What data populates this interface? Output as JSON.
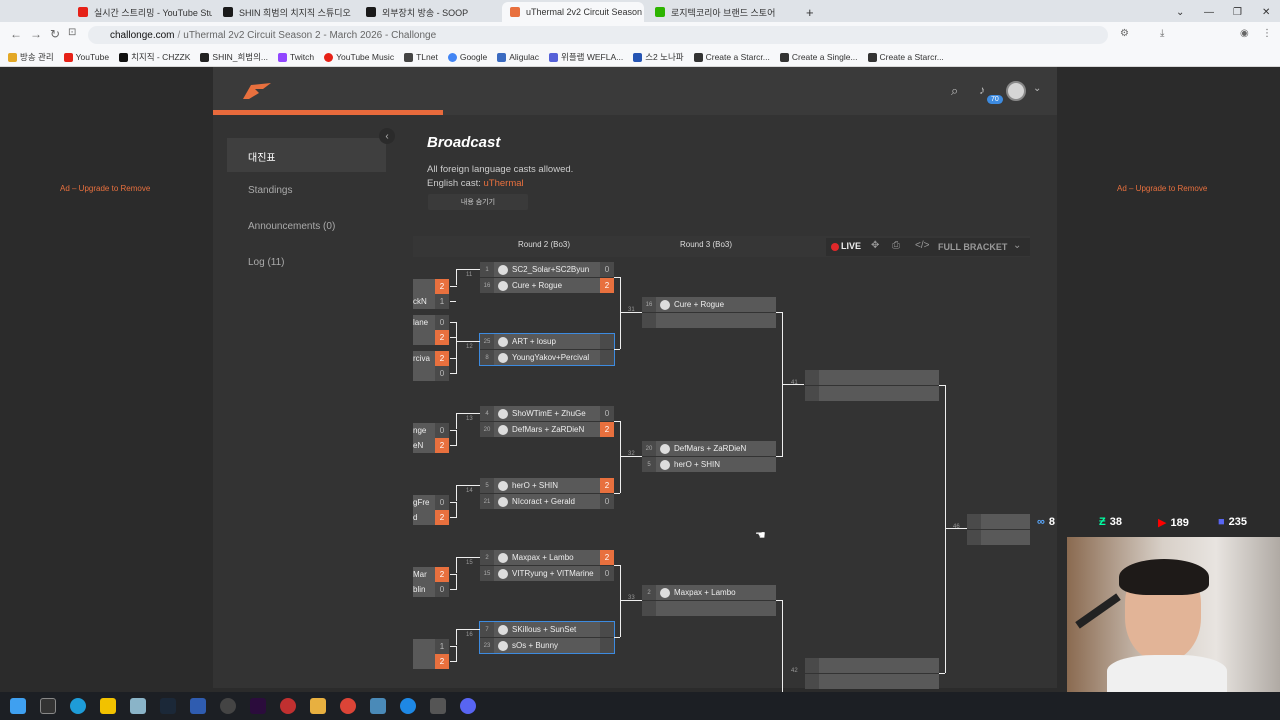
{
  "browser": {
    "tabs": [
      {
        "label": "실시간 스트리밍 - YouTube Studio",
        "color": "#e62117"
      },
      {
        "label": "SHIN 희범의 치지직 스튜디오",
        "color": "#1a1a1a"
      },
      {
        "label": "외부장치 방송 - SOOP",
        "color": "#1a1a1a"
      },
      {
        "label": "uThermal 2v2 Circuit Season 2 -",
        "color": "#e8703e"
      },
      {
        "label": "로지텍코리아 브랜드 스토어",
        "color": "#2db400"
      }
    ],
    "url_domain": "challonge.com",
    "url_title": "uThermal 2v2 Circuit Season 2 - March 2026 - Challonge",
    "bookmarks": [
      "방송 관리",
      "YouTube",
      "치지직 - CHZZK",
      "SHIN_희범의...",
      "Twitch",
      "YouTube Music",
      "TLnet",
      "Google",
      "Aligulac",
      "위플랩 WEFLA...",
      "스2 노나파",
      "Create a Starcr...",
      "Create a Single...",
      "Create a Starcr..."
    ]
  },
  "header": {
    "notification_count": "70"
  },
  "sidebar": {
    "items": [
      {
        "label": "대진표"
      },
      {
        "label": "Standings"
      },
      {
        "label": "Announcements (0)"
      },
      {
        "label": "Log (11)"
      }
    ]
  },
  "ads": {
    "left": "Ad – Upgrade to Remove",
    "right": "Ad – Upgrade to Remove"
  },
  "broadcast": {
    "title": "Broadcast",
    "line1": "All foreign language casts allowed.",
    "line2_prefix": "English cast: ",
    "line2_link": "uThermal",
    "hide_button": "내용 숨기기"
  },
  "bracket_toolbar": {
    "round2": "Round 2 (Bo3)",
    "round3": "Round 3 (Bo3)",
    "live": "LIVE",
    "full_bracket": "FULL BRACKET"
  },
  "round2_matches": [
    {
      "num": "11",
      "top": {
        "seed": "1",
        "name": "SC2_Solar+SC2Byun",
        "score": "0"
      },
      "bottom": {
        "seed": "16",
        "name": "Cure + Rogue",
        "score": "2",
        "win": true
      }
    },
    {
      "num": "12",
      "top": {
        "seed": "25",
        "name": "ART + losup",
        "score": ""
      },
      "bottom": {
        "seed": "8",
        "name": "YoungYakov+Percival",
        "score": ""
      }
    },
    {
      "num": "13",
      "top": {
        "seed": "4",
        "name": "ShoWTimE + ZhuGe",
        "score": "0"
      },
      "bottom": {
        "seed": "20",
        "name": "DefMars + ZaRDieN",
        "score": "2",
        "win": true
      }
    },
    {
      "num": "14",
      "top": {
        "seed": "5",
        "name": "herO + SHIN",
        "score": "2",
        "win": true
      },
      "bottom": {
        "seed": "21",
        "name": "NIcoract + Gerald",
        "score": "0"
      }
    },
    {
      "num": "15",
      "top": {
        "seed": "2",
        "name": "Maxpax + Lambo",
        "score": "2",
        "win": true
      },
      "bottom": {
        "seed": "15",
        "name": "VITRyung + VITMarine",
        "score": "0"
      }
    },
    {
      "num": "16",
      "top": {
        "seed": "7",
        "name": "SKillous + SunSet",
        "score": ""
      },
      "bottom": {
        "seed": "23",
        "name": "sOs + Bunny",
        "score": ""
      }
    }
  ],
  "round3_matches": [
    {
      "num": "31",
      "top": {
        "seed": "16",
        "name": "Cure + Rogue"
      },
      "bottom": {
        "seed": "",
        "name": ""
      }
    },
    {
      "num": "32",
      "top": {
        "seed": "20",
        "name": "DefMars + ZaRDieN"
      },
      "bottom": {
        "seed": "5",
        "name": "herO + SHIN"
      }
    },
    {
      "num": "33",
      "top": {
        "seed": "2",
        "name": "Maxpax + Lambo"
      },
      "bottom": {
        "seed": "",
        "name": ""
      }
    }
  ],
  "round4_matches": [
    {
      "num": "41"
    },
    {
      "num": "42"
    }
  ],
  "round5_matches": [
    {
      "num": "46"
    }
  ],
  "left_stubs": [
    {
      "text": "",
      "score": "2",
      "win": true
    },
    {
      "text": "ckN",
      "score": "1"
    },
    {
      "text": "lane",
      "score": "0"
    },
    {
      "text": "",
      "score": "2",
      "win": true
    },
    {
      "text": "rciva",
      "score": "2",
      "win": true
    },
    {
      "text": "",
      "score": "0"
    },
    {
      "text": "nge",
      "score": "0"
    },
    {
      "text": "eN",
      "score": "2",
      "win": true
    },
    {
      "text": "gFre",
      "score": "0"
    },
    {
      "text": "d",
      "score": "2",
      "win": true
    },
    {
      "text": "Mar",
      "score": "2",
      "win": true
    },
    {
      "text": "blin",
      "score": "0"
    },
    {
      "text": "",
      "score": "1"
    },
    {
      "text": "",
      "score": "2",
      "win": true
    }
  ],
  "stream_stats": [
    {
      "icon": "soop-icon",
      "value": "8",
      "color": "#5aa9ff"
    },
    {
      "icon": "chzzk-icon",
      "value": "38",
      "color": "#00ffa3"
    },
    {
      "icon": "youtube-icon",
      "value": "189",
      "color": "#ff0000"
    },
    {
      "icon": "twitch-icon",
      "value": "235",
      "color": "#5865f2"
    }
  ],
  "colors": {
    "accent": "#e8703e",
    "bg": "#2b2b2b",
    "panel": "#333333"
  }
}
